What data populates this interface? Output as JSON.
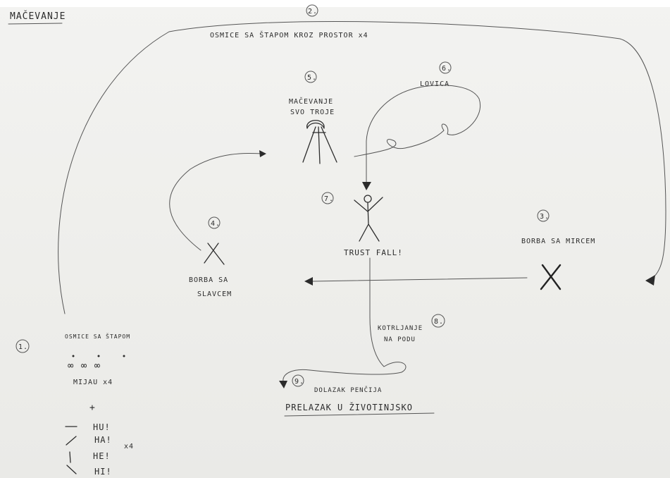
{
  "title": "MAČEVANJE",
  "top_route": {
    "step": "2.",
    "label": "OSMICE SA ŠTAPOM   KROZ PROSTOR   x4"
  },
  "station_5": {
    "step": "5.",
    "line1": "MAČEVANJE",
    "line2": "SVO TROJE"
  },
  "station_6": {
    "step": "6.",
    "label": "LOVICA"
  },
  "station_7": {
    "step": "7.",
    "label": "TRUST FALL!"
  },
  "station_3": {
    "step": "3.",
    "label": "BORBA SA MIRCEM"
  },
  "station_4": {
    "step": "4.",
    "line1": "BORBA SA",
    "line2": "SLAVCEM"
  },
  "station_8": {
    "step": "8.",
    "line1": "KOTRLJANJE",
    "line2": "NA PODU"
  },
  "station_9": {
    "step": "9.",
    "line1": "DOLAZAK PENČIJA",
    "line2": "PRELAZAK U ŽIVOTINJSKO"
  },
  "station_1": {
    "step": "1.",
    "heading": "OSMICE SA ŠTAPOM",
    "symbols": "∞  ∞  ∞",
    "meow": "MIJAU  x4",
    "plus": "+",
    "calls": [
      "HU!",
      "HA!",
      "HE!",
      "HI!"
    ],
    "repeat": "x4"
  }
}
